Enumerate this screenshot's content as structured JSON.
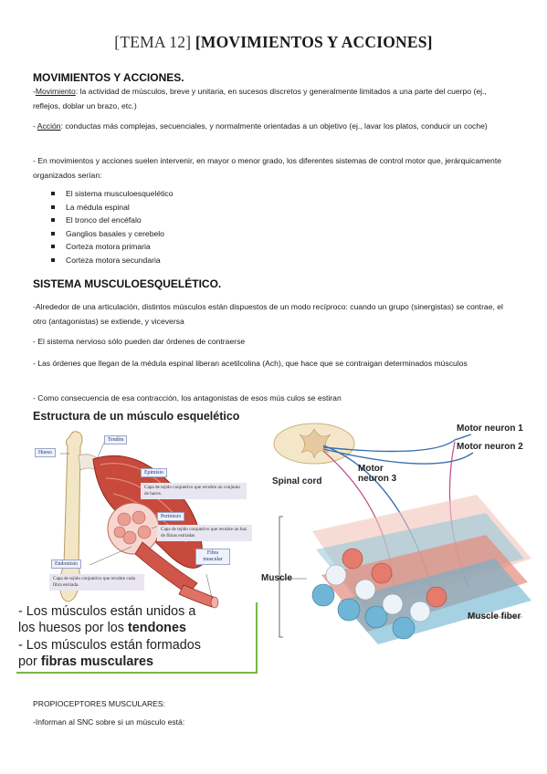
{
  "title": {
    "bracket": "[TEMA 12]",
    "main": "[MOVIMIENTOS Y ACCIONES]"
  },
  "section1": {
    "heading": "MOVIMIENTOS Y ACCIONES.",
    "p1_prefix": "-",
    "p1_term": "Movimiento",
    "p1_text": ": la actividad de músculos, breve y unitaria, en sucesos discretos y generalmente limitados a una parte del cuerpo (ej., reflejos, doblar un brazo, etc.)",
    "p2_prefix": "- ",
    "p2_term": "Acción",
    "p2_text": ": conductas más complejas, secuenciales, y normalmente orientadas a un objetivo (ej., lavar los platos, conducir un coche)",
    "p3": "- En movimientos y acciones suelen intervenir, en mayor o menor grado, los diferentes sistemas de control motor que, jerárquicamente organizados serían:",
    "bullets": [
      "El sistema musculoesquelético",
      "La médula espinal",
      "El tronco del encéfalo",
      "Ganglios basales y cerebelo",
      "Corteza motora primaria",
      "Corteza motora secundaria"
    ]
  },
  "section2": {
    "heading": "SISTEMA MUSCULOESQUELÉTICO.",
    "p1": "-Alrededor de una articulación, distintos músculos están dispuestos de un modo recíproco: cuando un grupo (sinergistas) se contrae, el otro (antagonistas) se extiende, y viceversa",
    "p2": "- El sistema nervioso sólo pueden dar órdenes de contraerse",
    "p3": "- Las órdenes que llegan de la médula espinal liberan acetilcolina (Ach), que hace que se contraigan determinados músculos",
    "p4": "- Como consecuencia de esa contracción, los antagonistas de esos mús  culos se estiran"
  },
  "figure_left": {
    "title": "Estructura de un músculo esquelético",
    "labels": {
      "hueso": "Hueso",
      "tendon": "Tendón",
      "epimisio": "Epimisio",
      "perimisio": "Perimisio",
      "endomisio": "Endomisio",
      "fibra": "Fibra muscular"
    },
    "notes": {
      "epimisio": "Capa de tejido conjuntivo que recubre un conjunto de haces.",
      "perimisio": "Capa de tejido conjuntivo que recubre un haz de fibras estriadas",
      "endomisio": "Capa de tejido conjuntivo que recubre cada fibra estriada."
    },
    "caption": {
      "line1": "- Los músculos están unidos a",
      "line2_pre": "los huesos por los ",
      "line2_bold": "tendones",
      "line3": "- Los músculos están formados",
      "line4_pre": "por ",
      "line4_bold": "fibras musculares"
    }
  },
  "figure_right": {
    "labels": {
      "motor1": "Motor neuron 1",
      "motor2": "Motor neuron 2",
      "motor3": "Motor neuron 3",
      "spinal": "Spinal cord",
      "muscle": "Muscle",
      "fiber": "Muscle fiber"
    }
  },
  "footer": {
    "heading": "PROPIOCEPTORES MUSCULARES:",
    "p1": "-Informan al SNC sobre si un músculo está:"
  }
}
